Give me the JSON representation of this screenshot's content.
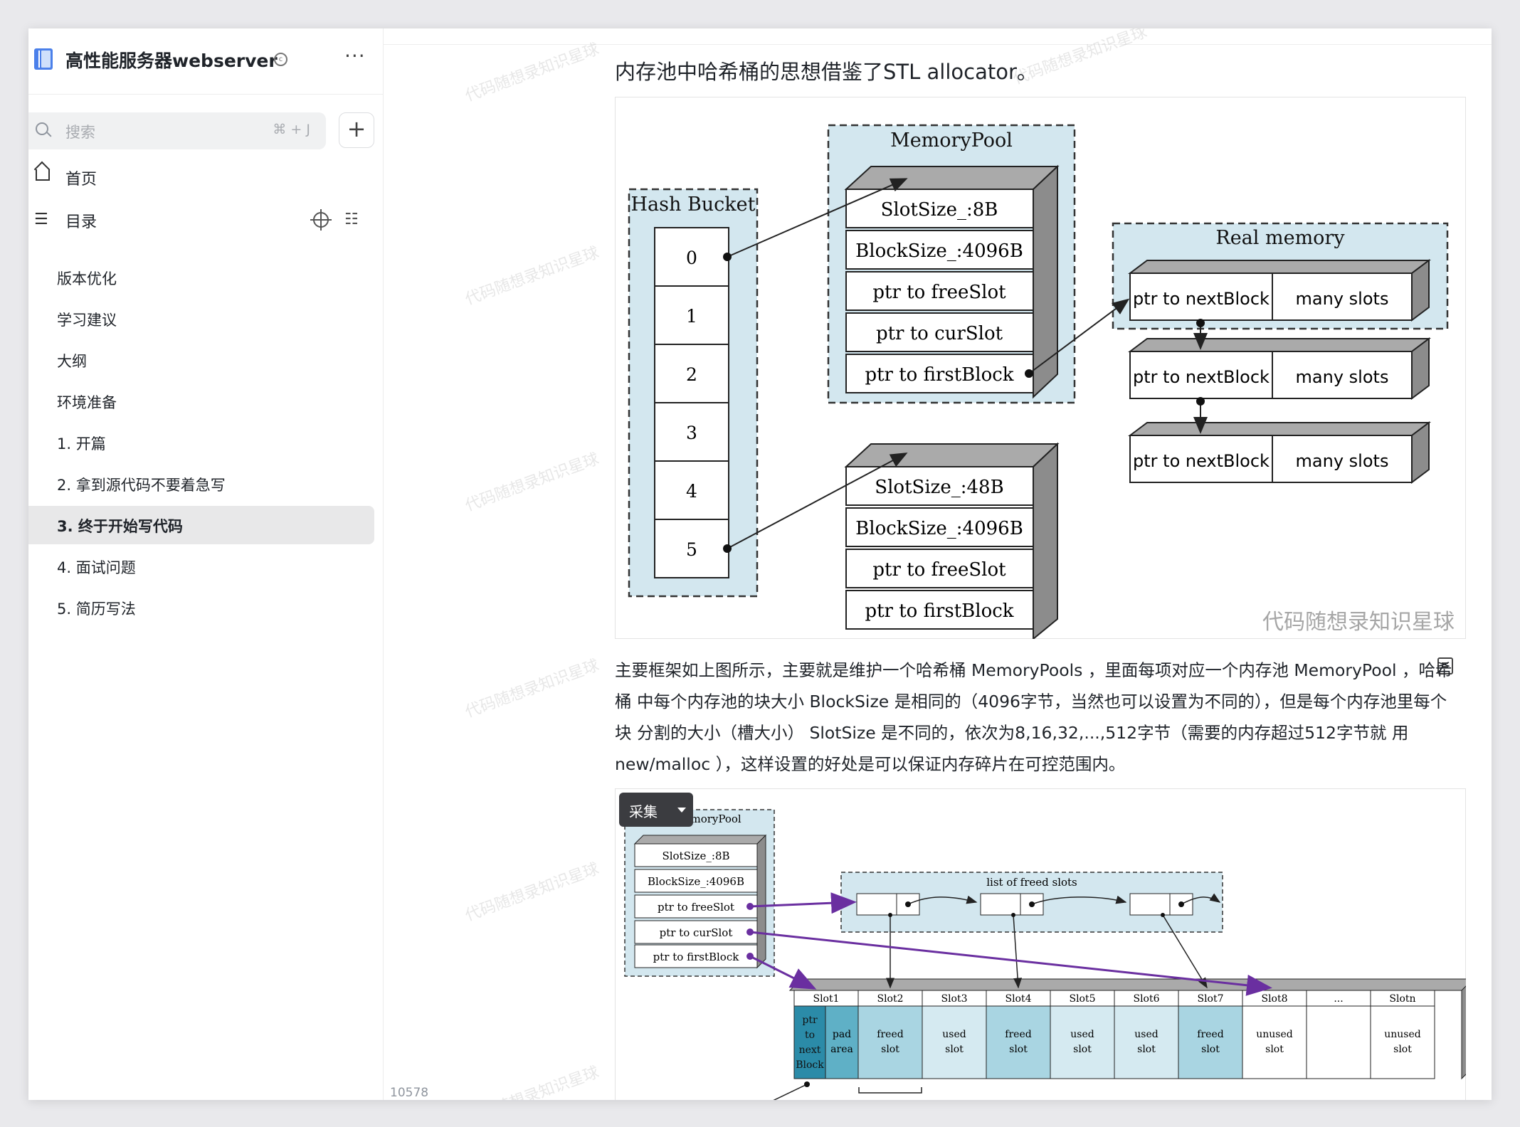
{
  "sidebar": {
    "title": "高性能服务器webserver",
    "search_placeholder": "搜索",
    "search_shortcut": "⌘ + J",
    "home": "首页",
    "toc": "目录",
    "items": [
      {
        "label": "版本优化"
      },
      {
        "label": "学习建议"
      },
      {
        "label": "大纲"
      },
      {
        "label": "环境准备"
      },
      {
        "label": "1. 开篇"
      },
      {
        "label": "2. 拿到源代码不要着急写"
      },
      {
        "label": "3. 终于开始写代码",
        "active": true
      },
      {
        "label": "4. 面试问题"
      },
      {
        "label": "5. 简历写法"
      }
    ],
    "word_count": "10578字"
  },
  "main": {
    "heading": "内存池中哈希桶的思想借鉴了STL allocator。",
    "paragraph": " 主要框架如上图所示，主要就是维护一个哈希桶 MemoryPools ，里面每项对应一个内存池 MemoryPool ，哈希桶 中每个内存池的块大小 BlockSize 是相同的（4096字节，当然也可以设置为不同的），但是每个内存池里每个块 分割的大小（槽大小） SlotSize 是不同的，依次为8,16,32,...,512字节（需要的内存超过512字节就 用 new/malloc ），这样设置的好处是可以保证内存碎片在可控范围内。",
    "collect_button": "采集",
    "watermark": "代码随想录知识星球",
    "figure1": {
      "hash_bucket_title": "Hash Bucket",
      "buckets": [
        "0",
        "1",
        "2",
        "3",
        "4",
        "5"
      ],
      "memory_pool_title": "MemoryPool",
      "pool1_rows": [
        "SlotSize_:8B",
        "BlockSize_:4096B",
        "ptr to freeSlot",
        "ptr to curSlot",
        "ptr to firstBlock"
      ],
      "pool2_rows": [
        "SlotSize_:48B",
        "BlockSize_:4096B",
        "ptr to freeSlot",
        "ptr to firstBlock"
      ],
      "real_memory_title": "Real memory",
      "block_left": "ptr to nextBlock",
      "block_right": "many slots",
      "watermark_text": "代码随想录知识星球"
    },
    "figure2": {
      "memory_pool_title": "MemoryPool",
      "pool_rows": [
        "SlotSize_:8B",
        "BlockSize_:4096B",
        "ptr to freeSlot",
        "ptr to curSlot",
        "ptr to firstBlock"
      ],
      "freed_list_title": "list of freed slots",
      "slot_headers": [
        "Slot1",
        "Slot2",
        "Slot3",
        "Slot4",
        "Slot5",
        "Slot6",
        "Slot7",
        "Slot8",
        "...",
        "Slotn"
      ],
      "slot1_left": [
        "ptr",
        "to",
        "next",
        "Block"
      ],
      "slot1_right": [
        "pad",
        "area"
      ],
      "slot_contents": [
        [
          "freed",
          "slot"
        ],
        [
          "used",
          "slot"
        ],
        [
          "freed",
          "slot"
        ],
        [
          "used",
          "slot"
        ],
        [
          "used",
          "slot"
        ],
        [
          "freed",
          "slot"
        ],
        [
          "unused",
          "slot"
        ],
        [
          "",
          ""
        ],
        [
          "unused",
          "slot"
        ]
      ]
    }
  },
  "colors": {
    "active_item_bg": "#e8e8e9",
    "pool_bg": "#d3e7ef",
    "freed_slot": "#a9d5e2",
    "used_slot": "#d5eaf1",
    "slot1_dark": "#2b8ba8",
    "arrow_purple": "#6a2fa0"
  }
}
